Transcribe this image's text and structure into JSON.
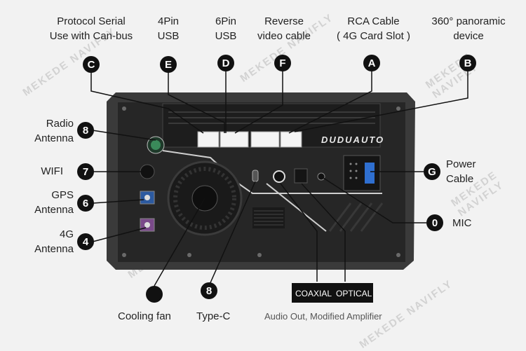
{
  "labels": {
    "protocol_serial": [
      "Protocol Serial",
      "Use with Can-bus"
    ],
    "usb4": [
      "4Pin",
      "USB"
    ],
    "usb6": [
      "6Pin",
      "USB"
    ],
    "reverse": [
      "Reverse",
      "video cable"
    ],
    "rca": [
      "RCA Cable",
      "( 4G Card Slot )"
    ],
    "panoramic": [
      "360° panoramic",
      "device"
    ],
    "radio_antenna": [
      "Radio",
      "Antenna"
    ],
    "wifi": "WIFI",
    "gps_antenna": [
      "GPS",
      "Antenna"
    ],
    "antenna_4g": [
      "4G",
      "Antenna"
    ],
    "power_cable": [
      "Power",
      "Cable"
    ],
    "mic": "MIC",
    "cooling_fan": "Cooling fan",
    "type_c": "Type-C",
    "audio_out": "Audio Out, Modified Amplifier"
  },
  "markers": {
    "C": "C",
    "E": "E",
    "D": "D",
    "F": "F",
    "A": "A",
    "B": "B",
    "radio": "8",
    "wifi": "7",
    "gps": "6",
    "lte": "4",
    "power": "G",
    "mic": "0",
    "typec": "8"
  },
  "brand": "DUDUAUTO",
  "audio_tags": {
    "coaxial": "COAXIAL",
    "optical": "OPTICAL"
  },
  "watermark": "MEKEDE NAVIFLY",
  "colors": {
    "background": "#f2f2f2",
    "panel": "#2a2a2a",
    "marker": "#111111",
    "gps_connector": "#2c5aa0",
    "lte_connector": "#7a4a8a",
    "radio_connector": "#3a8a5a",
    "power_connector": "#2f6fd0"
  }
}
